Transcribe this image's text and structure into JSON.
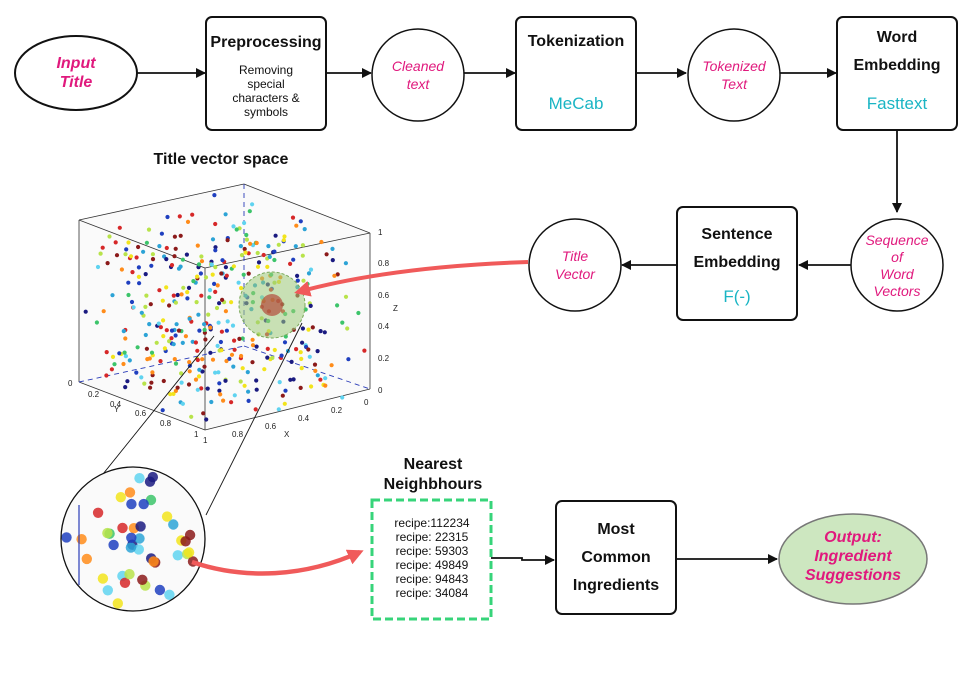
{
  "input": {
    "line1": "Input",
    "line2": "Title"
  },
  "preprocessing": {
    "title": "Preprocessing",
    "sub": [
      "Removing",
      "special",
      "characters &",
      "symbols"
    ]
  },
  "cleaned": {
    "line1": "Cleaned",
    "line2": "text"
  },
  "tokenization": {
    "title": "Tokenization",
    "tool": "MeCab"
  },
  "tokenized": {
    "line1": "Tokenized",
    "line2": "Text"
  },
  "word_embedding": {
    "line1": "Word",
    "line2": "Embedding",
    "tool": "Fasttext"
  },
  "sequence": {
    "lines": [
      "Sequence",
      "of",
      "Word",
      "Vectors"
    ]
  },
  "sentence_embedding": {
    "line1": "Sentence",
    "line2": "Embedding",
    "func": "F(-)"
  },
  "title_vector": {
    "line1": "Title",
    "line2": "Vector"
  },
  "vector_space": {
    "title": "Title vector space",
    "z_ticks": [
      "1",
      "0.8",
      "0.6",
      "0.4",
      "0.2",
      "0"
    ],
    "z_label": "Z",
    "x_ticks": [
      "1",
      "0.8",
      "0.6",
      "0.4",
      "0.2",
      "0"
    ],
    "x_label": "X",
    "y_ticks": [
      "0",
      "0.2",
      "0.4",
      "0.6",
      "0.8",
      "1"
    ],
    "y_label": "Y"
  },
  "nearest": {
    "line1": "Nearest",
    "line2": "Neighbhours",
    "recipes": [
      "recipe:112234",
      "recipe: 22315",
      "recipe: 59303",
      "recipe: 49849",
      "recipe: 94843",
      "recipe: 34084"
    ]
  },
  "most_common": {
    "lines": [
      "Most",
      "Common",
      "Ingredients"
    ]
  },
  "output": {
    "line1": "Output:",
    "line2": "Ingredient",
    "line3": "Suggestions"
  },
  "colors": {
    "pink": "#e0197d",
    "cyan": "#1ab5c4",
    "red_arrow": "#f05a5a",
    "green_fill": "#cde7c0",
    "dashed": "#37d47a"
  }
}
